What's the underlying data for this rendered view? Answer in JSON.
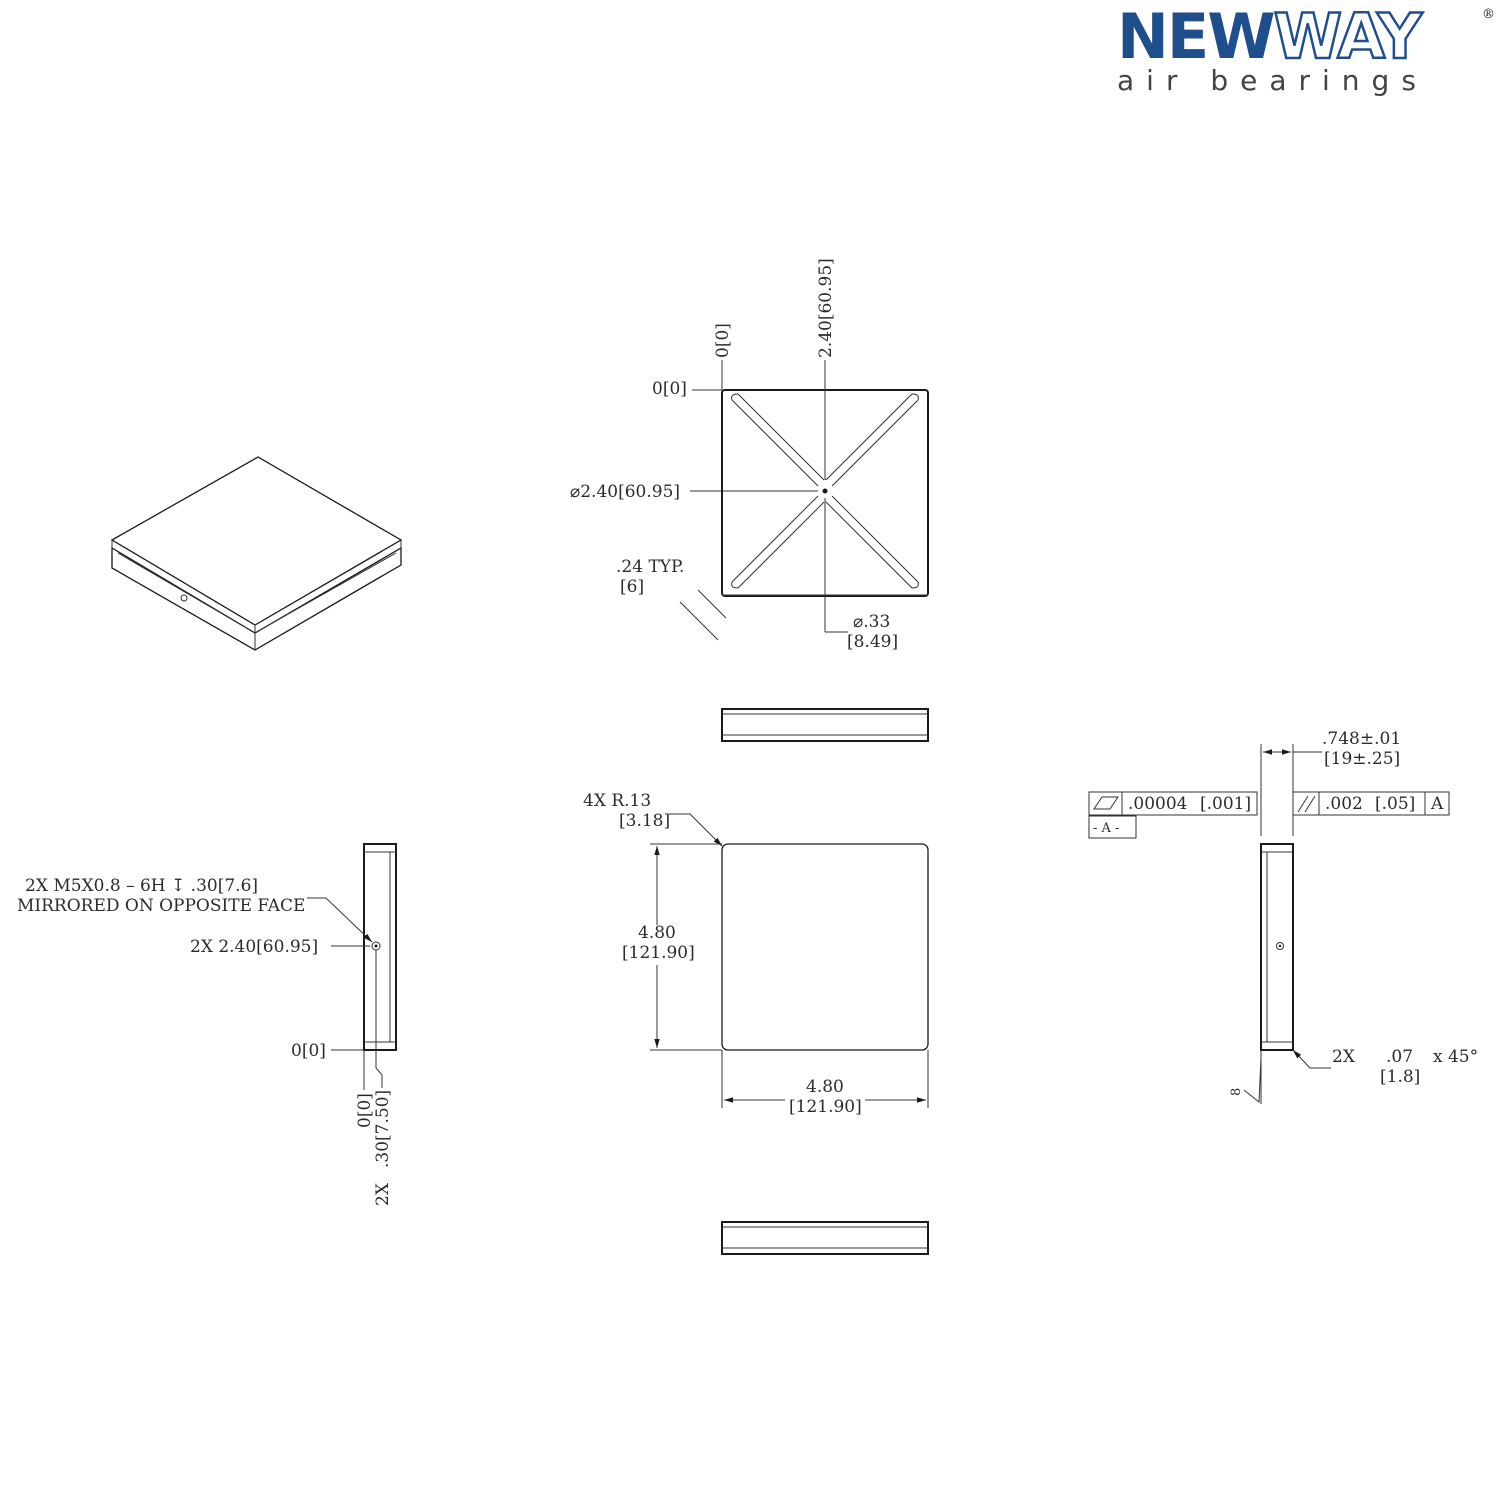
{
  "brand": {
    "name_part1": "NEW",
    "name_part2": "WAY",
    "registered": "®",
    "tagline": "air bearings",
    "accent_color": "#1f4e8c"
  },
  "top_view": {
    "origin_x": "0[0]",
    "origin_y": "0[0]",
    "center_dim_vertical": "2.40[60.95]",
    "center_dim_horizontal": "⌀2.40[60.95]",
    "groove_width": ".24  TYP.",
    "groove_width_mm": "[6]",
    "orifice_dia": "⌀.33",
    "orifice_dia_mm": "[8.49]"
  },
  "front_view": {
    "radius_label": "4X    R.13",
    "radius_mm": "[3.18]",
    "height": "4.80",
    "height_mm": "[121.90]",
    "width": "4.80",
    "width_mm": "[121.90]"
  },
  "left_view": {
    "thread_note": "2X  M5X0.8  –  6H  ↧  .30[7.6]",
    "thread_note2": "MIRRORED  ON  OPPOSITE  FACE",
    "hole_pos": "2X  2.40[60.95]",
    "origin_y": "0[0]",
    "origin_x": "0[0]",
    "hole_depth": ".30[7.50]",
    "count": "2X"
  },
  "right_view": {
    "thickness": ".748±.01",
    "thickness_mm": "[19±.25]",
    "flatness_value": ".00004",
    "flatness_mm": "[.001]",
    "datum": "- A -",
    "parallel_value": ".002",
    "parallel_mm": "[.05]",
    "parallel_datum": "A",
    "chamfer_count": "2X",
    "chamfer_size": ".07",
    "chamfer_angle": "x  45°",
    "chamfer_mm": "[1.8]",
    "finish": "8"
  }
}
